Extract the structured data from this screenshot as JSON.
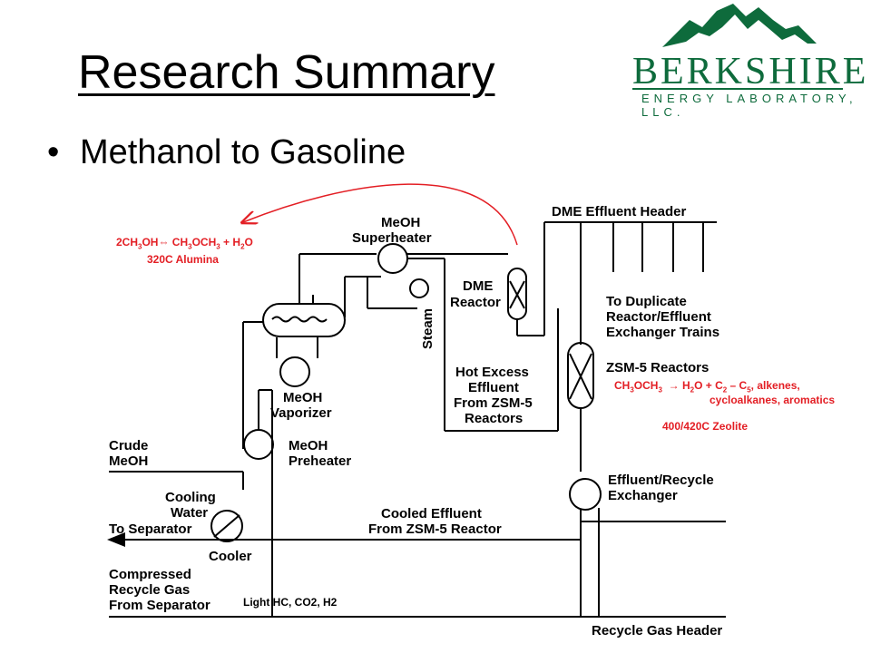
{
  "slide": {
    "title": "Research Summary",
    "bullet_symbol": "•",
    "bullet_text": "Methanol to Gasoline"
  },
  "logo": {
    "name": "BERKSHIRE",
    "subtitle": "ENERGY LABORATORY, LLC.",
    "color": "#0e6b3c"
  },
  "diagram_labels": {
    "meoh_superheater_1": "MeOH",
    "meoh_superheater_2": "Superheater",
    "dme_effluent_header": "DME Effluent Header",
    "dme_reactor_1": "DME",
    "dme_reactor_2": "Reactor",
    "steam": "Steam",
    "to_duplicate_1": "To Duplicate",
    "to_duplicate_2": "Reactor/Effluent",
    "to_duplicate_3": "Exchanger Trains",
    "zsm5_reactors": "ZSM-5 Reactors",
    "hot_excess_1": "Hot Excess",
    "hot_excess_2": "Effluent",
    "hot_excess_3": "From ZSM-5",
    "hot_excess_4": "Reactors",
    "meoh_vaporizer_1": "MeOH",
    "meoh_vaporizer_2": "Vaporizer",
    "crude_meoh_1": "Crude",
    "crude_meoh_2": "MeOH",
    "meoh_preheater_1": "MeOH",
    "meoh_preheater_2": "Preheater",
    "cooling_water_1": "Cooling",
    "cooling_water_2": "Water",
    "to_separator": "To Separator",
    "cooler": "Cooler",
    "cooled_effluent_1": "Cooled Effluent",
    "cooled_effluent_2": "From ZSM-5 Reactor",
    "effluent_recycle_1": "Effluent/Recycle",
    "effluent_recycle_2": "Exchanger",
    "compressed_1": "Compressed",
    "compressed_2": "Recycle Gas",
    "compressed_3": "From Separator",
    "recycle_gas_header": "Recycle Gas Header"
  },
  "annotations": {
    "dme_reaction": {
      "r1": "2CH",
      "r1_sub": "3",
      "r1_rest": "OH",
      "arrow": "⇔",
      "p1": " CH",
      "p1_sub1": "3",
      "p1_mid": "OCH",
      "p1_sub2": "3",
      "p1_rest": " + H",
      "p1_sub3": "2",
      "p1_end": "O",
      "conditions": "320C  Alumina",
      "color": "#e31e24"
    },
    "zsm5_reaction": {
      "r1": "CH",
      "r1_sub1": "3",
      "r1_mid": "OCH",
      "r1_sub2": "3",
      "arrow": "  → ",
      "p1": "H",
      "p1_sub": "2",
      "p1_rest": "O + C",
      "p1_sub2": "2",
      "p1_dash": " – C",
      "p1_sub3": "5",
      "p1_end": ", alkenes,",
      "line2": "cycloalkanes, aromatics",
      "conditions": "400/420C  Zeolite",
      "color": "#e31e24"
    },
    "light_gas": "Light HC, CO2, H2"
  }
}
